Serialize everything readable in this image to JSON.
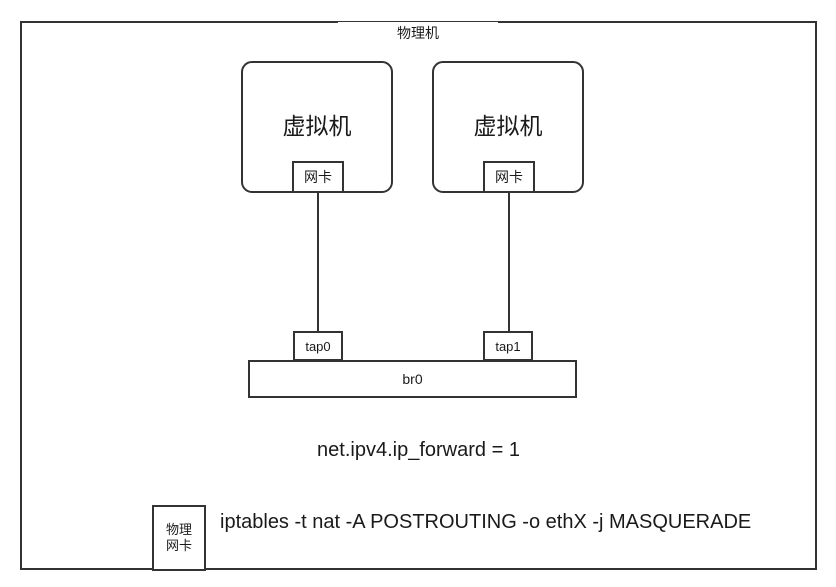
{
  "diagram": {
    "title": "物理机",
    "host_frame_name": "physical-machine-boundary",
    "vms": [
      {
        "label": "虚拟机",
        "nic_label": "网卡"
      },
      {
        "label": "虚拟机",
        "nic_label": "网卡"
      }
    ],
    "taps": [
      {
        "label": "tap0"
      },
      {
        "label": "tap1"
      }
    ],
    "bridge": {
      "label": "br0"
    },
    "sysctl": {
      "text": "net.ipv4.ip_forward = 1"
    },
    "physical_nic": {
      "line1": "物理",
      "line2": "网卡"
    },
    "iptables": {
      "command": "iptables -t nat -A POSTROUTING -o ethX -j MASQUERADE"
    },
    "colors": {
      "stroke": "#333333",
      "background": "#ffffff",
      "text": "#1a1a1a"
    }
  }
}
